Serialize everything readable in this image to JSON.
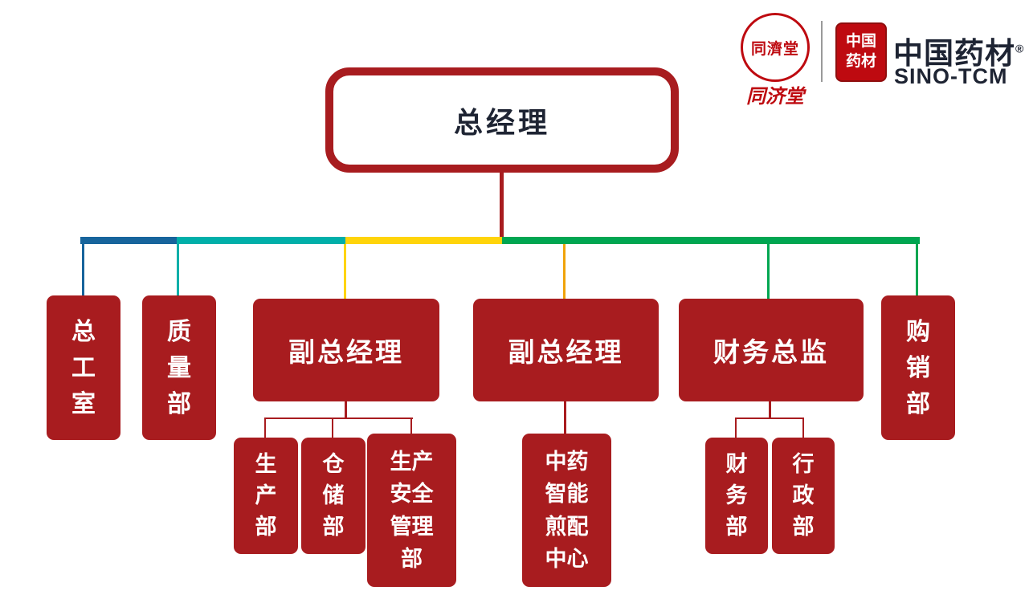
{
  "colors": {
    "box-red": "#A81C1F",
    "line-red": "#A81C1F",
    "seal-red": "#BE0A10",
    "title-ink": "#1E2433",
    "bar-blue": "#17649C",
    "bar-teal": "#00AFA9",
    "bar-yellow": "#FFD40A",
    "bar-green": "#00A651",
    "stub-orange": "#F0A30A"
  },
  "brand": {
    "seal_ring_text": "同濟堂",
    "seal_script": "同济堂",
    "stamp_text": "中国\n药材",
    "company_name": "中国药材",
    "registered": "®",
    "company_latin": "SINO-TCM"
  },
  "org": {
    "root": {
      "label": "总经理"
    },
    "level2": [
      {
        "label": "总\n工\n室"
      },
      {
        "label": "质\n量\n部"
      },
      {
        "label": "副总经理"
      },
      {
        "label": "副总经理"
      },
      {
        "label": "财务总监"
      },
      {
        "label": "购\n销\n部"
      }
    ],
    "level3": [
      {
        "label": "生\n产\n部"
      },
      {
        "label": "仓\n储\n部"
      },
      {
        "label": "生产\n安全\n管理\n部"
      },
      {
        "label": "中药\n智能\n煎配\n中心"
      },
      {
        "label": "财\n务\n部"
      },
      {
        "label": "行\n政\n部"
      }
    ]
  }
}
